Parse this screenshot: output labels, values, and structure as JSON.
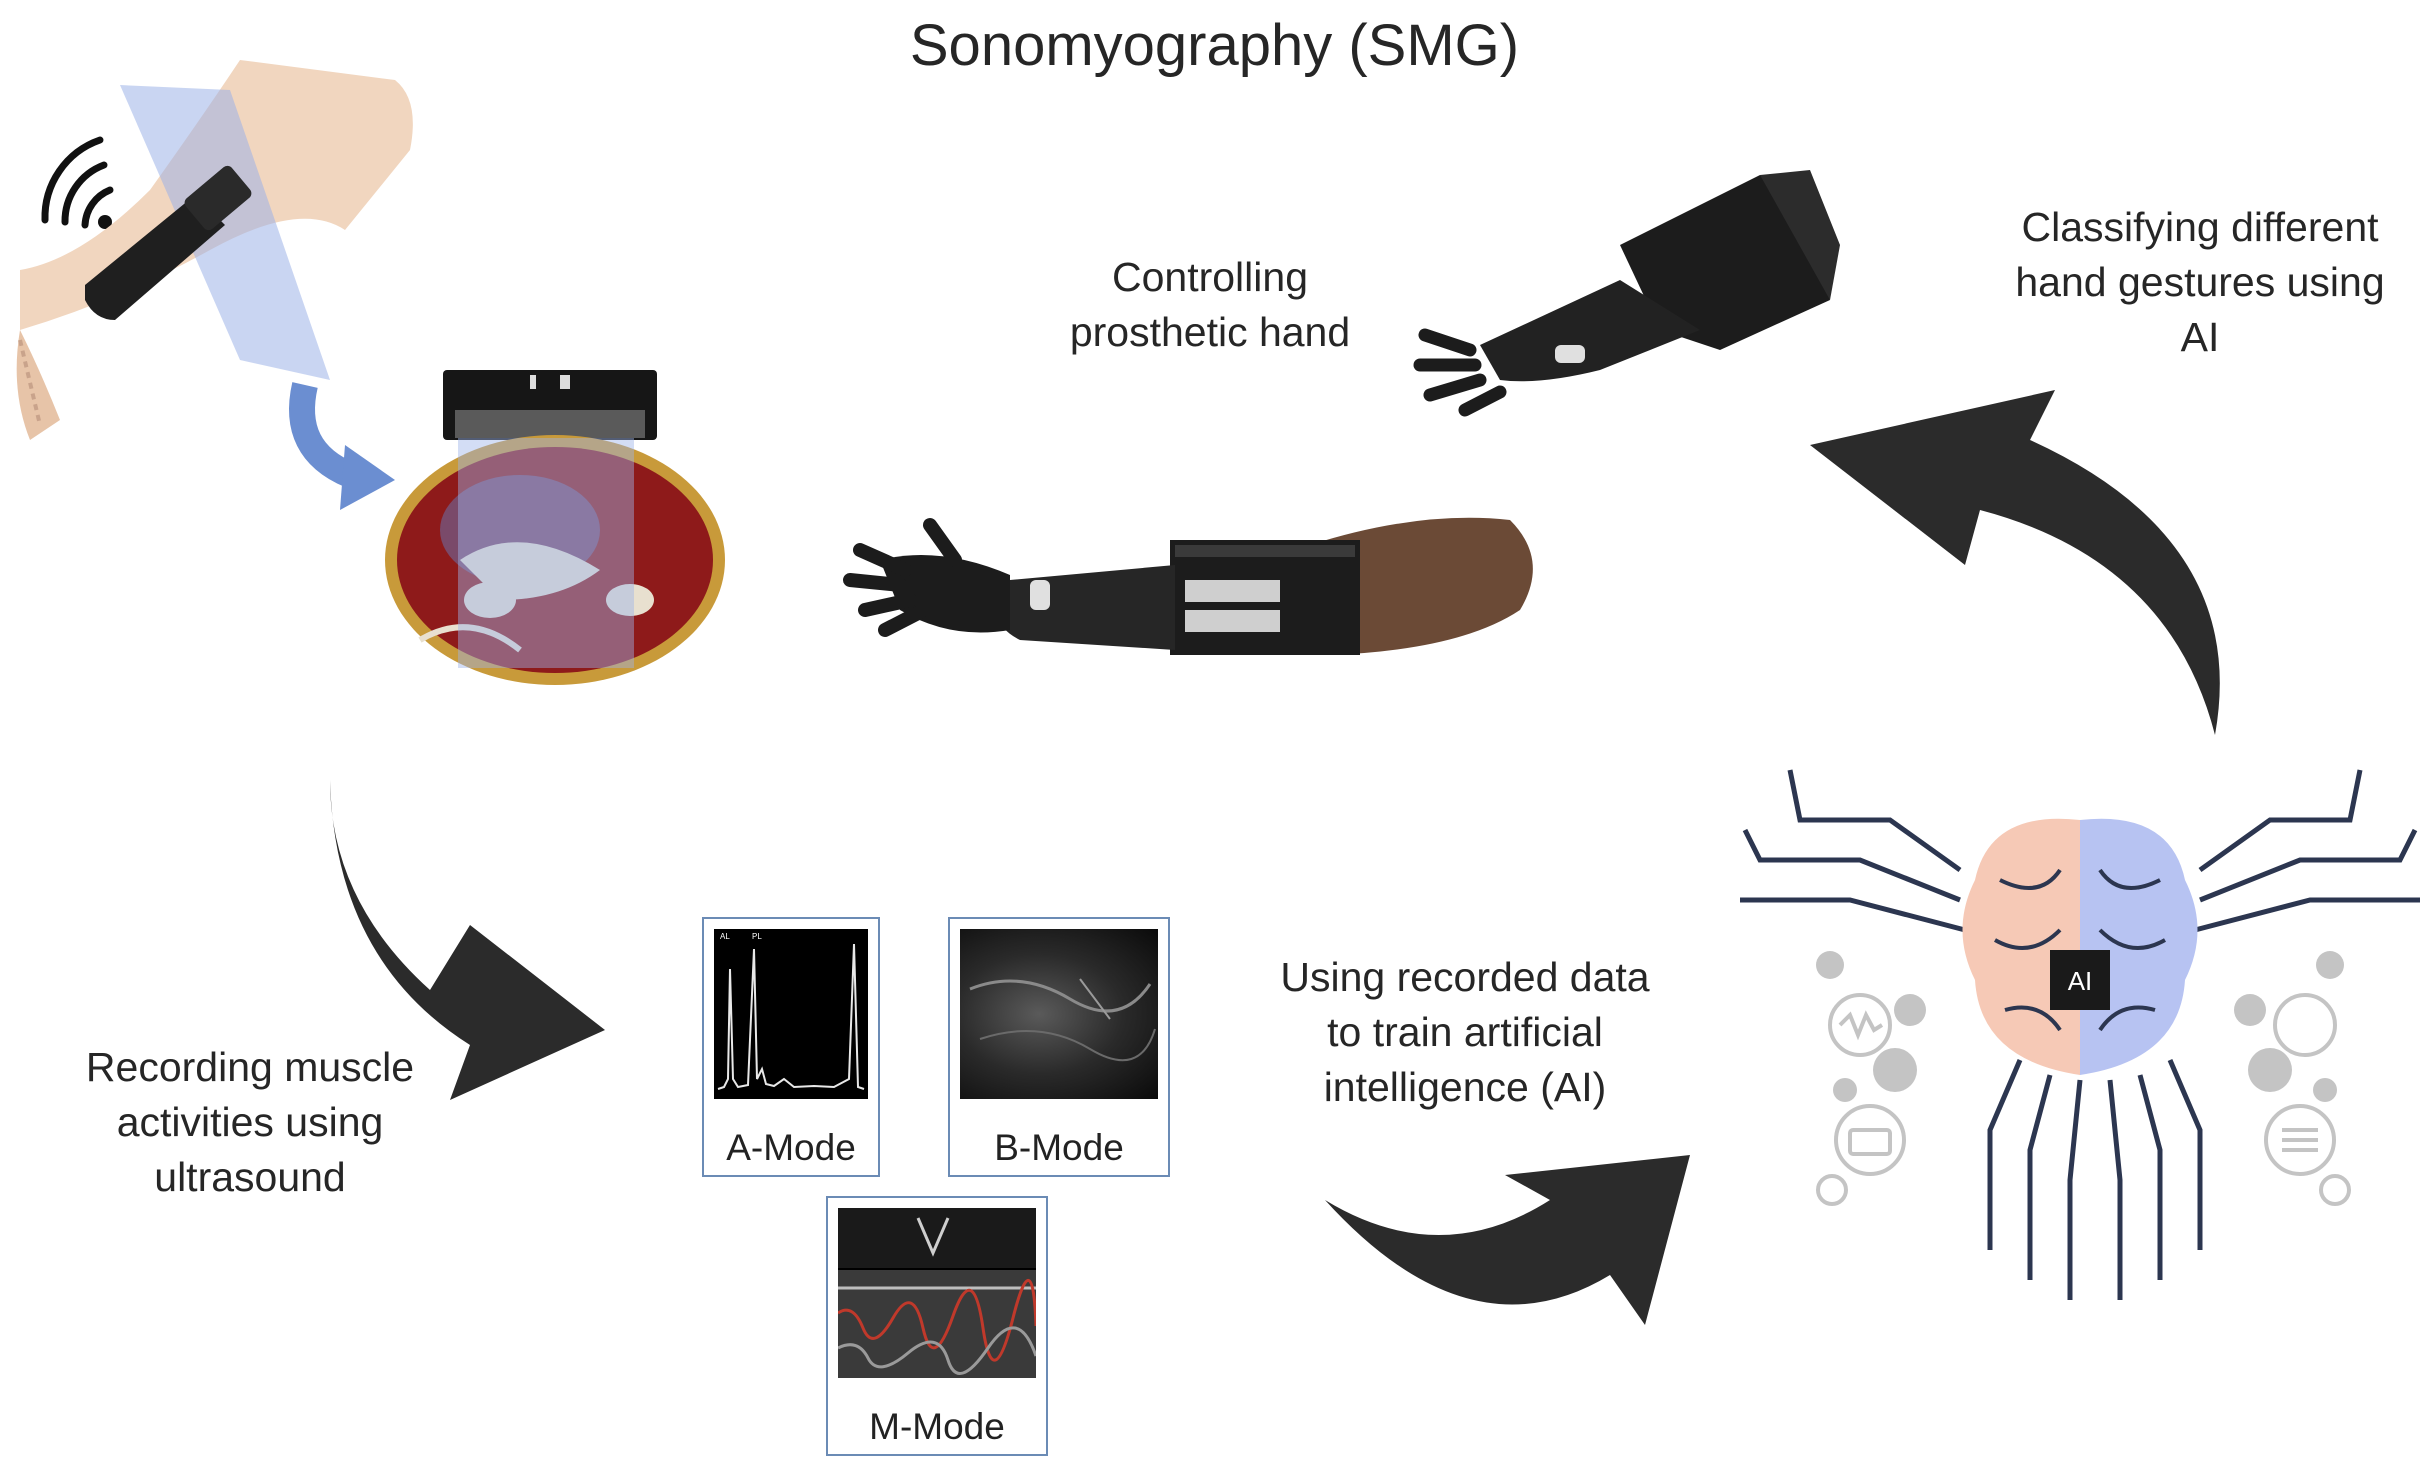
{
  "title": "Sonomyography (SMG)",
  "labels": {
    "controlling": "Controlling\nprosthetic hand",
    "classifying": "Classifying different\nhand gestures using\nAI",
    "recording": "Recording muscle\nactivities using\nultrasound",
    "training": "Using recorded data\nto train artificial\nintelligence (AI)"
  },
  "modes": {
    "a_mode": "A-Mode",
    "b_mode": "B-Mode",
    "m_mode": "M-Mode"
  },
  "chip_label": "AI",
  "colors": {
    "arrow": "#2b2b2b",
    "panel_border": "#6b8bb5",
    "brain_left": "#f6c9b6",
    "brain_right": "#b7c3f2",
    "circuit": "#2c3650",
    "skin": "#f1d6bf",
    "probe": "#1f1f1f",
    "muscle": "#8e1a1a",
    "prosthetic": "#1c1c1c",
    "socket": "#6b4a36",
    "beam": "#9db3e8"
  }
}
